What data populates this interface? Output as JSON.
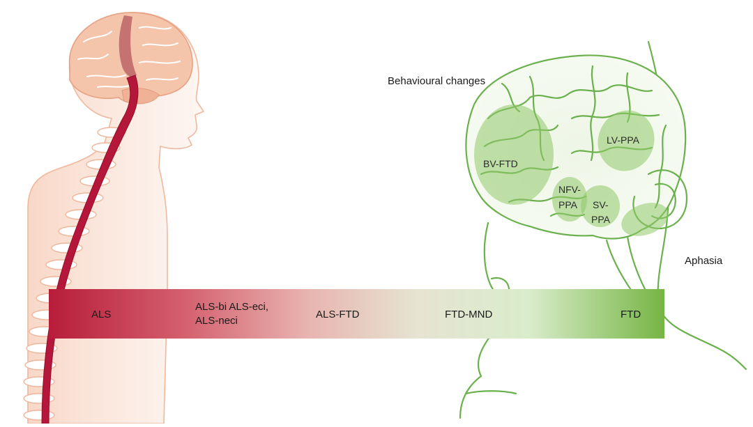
{
  "spectrum": {
    "left_color": "#c0283f",
    "mid_color": "#e8eee0",
    "right_color": "#7ab848",
    "labels": {
      "als": "ALS",
      "als_bi_line1": "ALS-bi ALS-eci,",
      "als_bi_line2": "ALS-neci",
      "als_ftd": "ALS-FTD",
      "ftd_mnd": "FTD-MND",
      "ftd": "FTD"
    }
  },
  "brain": {
    "outline_color": "#6ab04c",
    "region_color": "#8fc86a",
    "regions": {
      "bv_ftd": "BV-FTD",
      "lv_ppa": "LV-PPA",
      "nfv_line1": "NFV-",
      "nfv_line2": "PPA",
      "sv_line1": "SV-",
      "sv_line2": "PPA"
    },
    "annotations": {
      "behavioural": "Behavioural changes",
      "aphasia": "Aphasia"
    }
  },
  "body_figure": {
    "skin_color": "#f2b9a0",
    "spinal_color": "#b5173a"
  },
  "icons": [
    "human-body-icon",
    "brain-icon"
  ]
}
